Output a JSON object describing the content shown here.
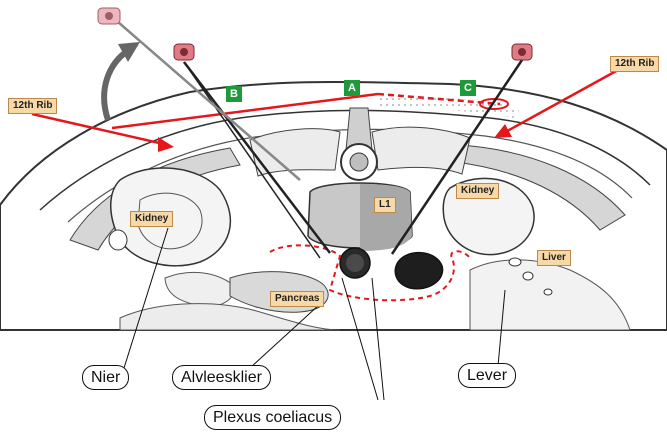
{
  "labels": {
    "rib_left": "12th Rib",
    "rib_right": "12th Rib",
    "kidney_left": "Kidney",
    "kidney_right": "Kidney",
    "l1": "L1",
    "liver": "Liver",
    "pancreas": "Pancreas"
  },
  "approaches": {
    "a": "A",
    "b": "B",
    "c": "C"
  },
  "legend": {
    "nier": "Nier",
    "alvleesklier": "Alvleesklier",
    "lever": "Lever",
    "plexus": "Plexus coeliacus"
  },
  "colors": {
    "arrow_red": "#e4181c",
    "label_fill": "#f7d9a8",
    "approach_green": "#1f9a3a",
    "needle_pink": "#e07b86"
  }
}
